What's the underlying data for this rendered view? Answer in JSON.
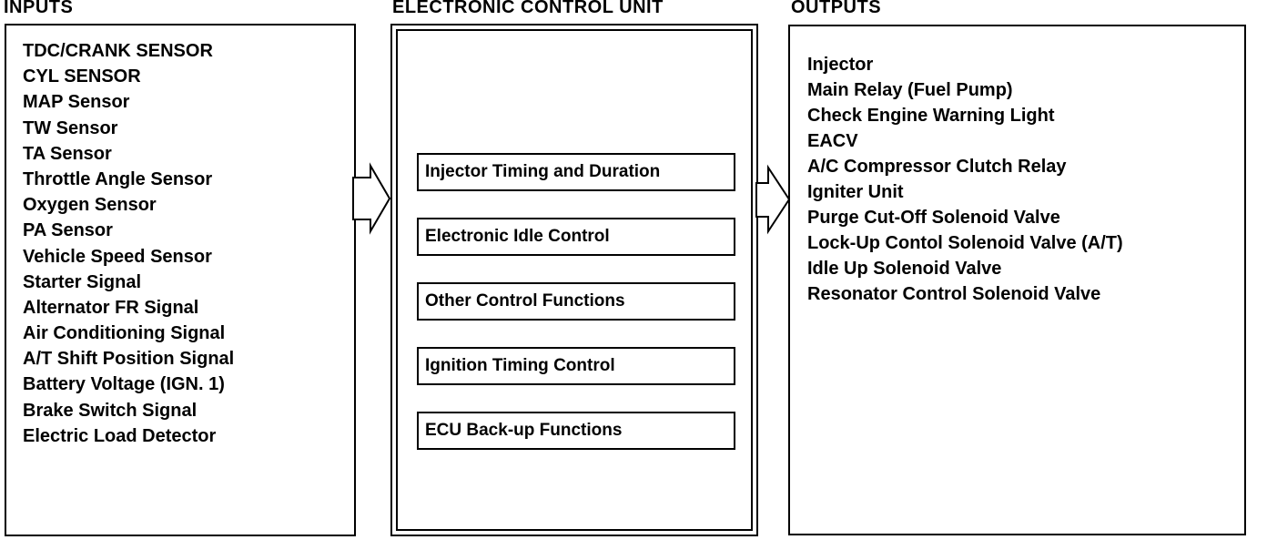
{
  "inputs": {
    "heading": "INPUTS",
    "items": [
      "TDC/CRANK SENSOR",
      "CYL SENSOR",
      "MAP Sensor",
      "TW Sensor",
      "TA Sensor",
      "Throttle Angle Sensor",
      "Oxygen Sensor",
      "PA Sensor",
      "Vehicle Speed Sensor",
      "Starter Signal",
      "Alternator FR Signal",
      "Air Conditioning Signal",
      "A/T Shift Position Signal",
      "Battery Voltage (IGN. 1)",
      "Brake Switch Signal",
      "Electric Load Detector"
    ]
  },
  "ecu": {
    "heading": "ELECTRONIC CONTROL UNIT",
    "functions": [
      "Injector Timing and Duration",
      "Electronic Idle Control",
      "Other Control Functions",
      "Ignition Timing Control",
      "ECU Back-up Functions"
    ]
  },
  "outputs": {
    "heading": "OUTPUTS",
    "items": [
      "Injector",
      "Main Relay (Fuel Pump)",
      "Check Engine  Warning Light",
      "EACV",
      "A/C Compressor Clutch Relay",
      "Igniter Unit",
      "Purge Cut-Off Solenoid Valve",
      "Lock-Up Contol Solenoid Valve (A/T)",
      "Idle Up Solenoid Valve",
      "Resonator Control Solenoid Valve"
    ]
  }
}
